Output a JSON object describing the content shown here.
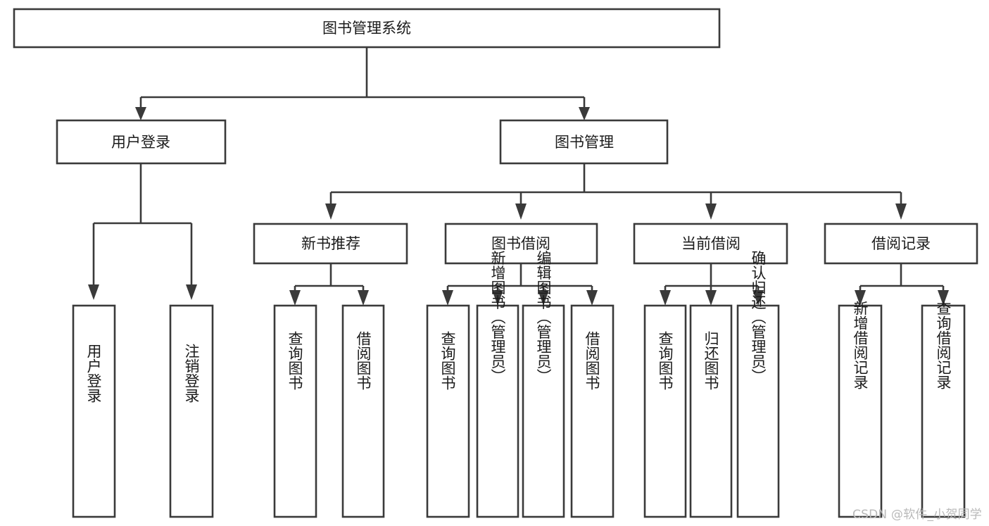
{
  "diagram": {
    "type": "tree",
    "title": "图书管理系统",
    "watermark": "CSDN @软件_小贺同学",
    "colors": {
      "box_stroke": "#3a3a3a",
      "box_fill": "#ffffff",
      "connector": "#3a3a3a",
      "text": "#1b1b1b",
      "background": "#ffffff",
      "watermark": "#b9b9b9"
    },
    "root": {
      "label": "图书管理系统"
    },
    "level2": [
      {
        "label": "用户登录"
      },
      {
        "label": "图书管理"
      }
    ],
    "level3": [
      {
        "label": "新书推荐"
      },
      {
        "label": "图书借阅"
      },
      {
        "label": "当前借阅"
      },
      {
        "label": "借阅记录"
      }
    ],
    "leaves": {
      "user_login": [
        {
          "label": "用户登录"
        },
        {
          "label": "注销登录"
        }
      ],
      "new_book_recommend": [
        {
          "label": "查询图书"
        },
        {
          "label": "借阅图书"
        }
      ],
      "book_borrow": [
        {
          "label": "查询图书"
        },
        {
          "label": "新增图书（管理员）"
        },
        {
          "label": "编辑图书（管理员）"
        },
        {
          "label": "借阅图书"
        }
      ],
      "current_borrow": [
        {
          "label": "查询图书"
        },
        {
          "label": "归还图书"
        },
        {
          "label": "确认归还（管理员）"
        }
      ],
      "borrow_record": [
        {
          "label": "新增借阅记录"
        },
        {
          "label": "查询借阅记录"
        }
      ]
    }
  }
}
